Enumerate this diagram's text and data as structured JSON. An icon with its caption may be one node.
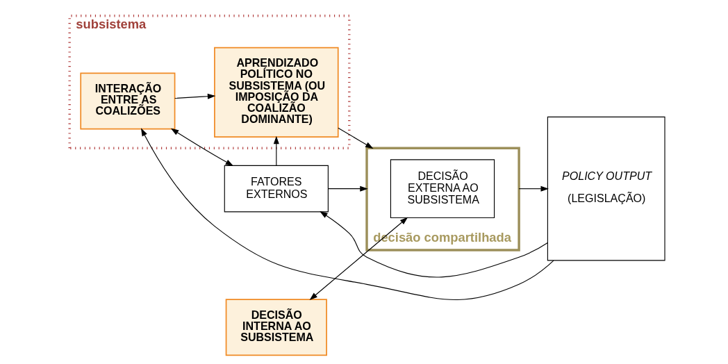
{
  "diagram": {
    "nodes": [
      {
        "text": [
          "subsistema"
        ]
      },
      {
        "text": [
          "INTERAÇÃO ENTRE AS COALIZÕES"
        ],
        "in": 0
      },
      {
        "text": [
          "APRENDIZADO POLÍTICO NO SUBSISTEMA (OU IMPOSIÇÃO DA COALIZÃO DOMINANTE)"
        ],
        "in": 0
      },
      {
        "text": [
          "decisão compartilhada"
        ]
      },
      {
        "text": [
          "DECISÃO INTERNA AO SUBSISTEMA"
        ]
      },
      {
        "text": [
          "DECISÃO EXTERNA AO SUBSISTEMA"
        ],
        "in": 3
      },
      {
        "text": [
          "FATORES EXTERNOS"
        ]
      },
      {
        "text": [
          "POLICY OUTPUT",
          "(LEGISLAÇÃO)"
        ]
      }
    ],
    "edges": [
      {
        "from": 1,
        "to": 2,
        "arrow": "to"
      },
      {
        "from": 2,
        "to": 3,
        "arrow": "to"
      },
      {
        "from": 1,
        "to": 6,
        "arrow": "both"
      },
      {
        "from": 6,
        "to": 2,
        "arrow": "to"
      },
      {
        "from": 4,
        "to": 5,
        "arrow": "both"
      },
      {
        "from": 6,
        "to": 3,
        "arrow": "to"
      },
      {
        "from": 3,
        "to": 7,
        "arrow": "to"
      },
      {
        "from": 7,
        "to": 1,
        "arrow": "to"
      },
      {
        "from": 7,
        "to": 6,
        "arrow": "to"
      }
    ]
  }
}
